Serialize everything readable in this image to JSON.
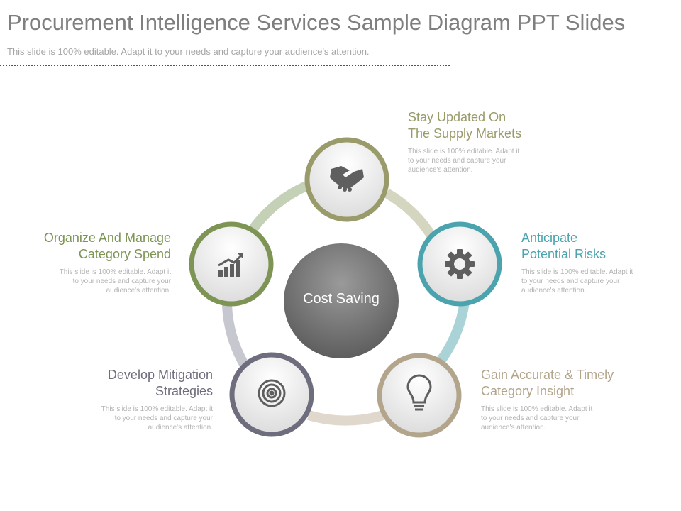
{
  "header": {
    "title": "Procurement Intelligence Services Sample Diagram PPT Slides",
    "subtitle": "This slide is 100% editable.  Adapt it to your needs and capture your audience's attention."
  },
  "center": {
    "label": "Cost Saving"
  },
  "placeholder_text": "This slide is 100% editable.  Adapt it to your needs and capture your audience's attention.",
  "items": [
    {
      "id": "supply",
      "title_line1": "Stay Updated On",
      "title_line2": "The Supply Markets",
      "body_line1": "This slide is 100% editable.  Adapt it",
      "body_line2": "to your needs and capture your",
      "body_line3": "audience's attention.",
      "icon": "handshake-icon",
      "color": "#9a9b6a"
    },
    {
      "id": "risks",
      "title_line1": "Anticipate",
      "title_line2": "Potential Risks",
      "body_line1": "This slide is 100% editable.  Adapt it",
      "body_line2": "to your needs and capture your",
      "body_line3": "audience's attention.",
      "icon": "gear-icon",
      "color": "#4ba3ad"
    },
    {
      "id": "insight",
      "title_line1": "Gain Accurate & Timely",
      "title_line2": "Category Insight",
      "body_line1": "This slide is 100% editable.  Adapt it",
      "body_line2": "to your needs and capture your",
      "body_line3": "audience's attention.",
      "icon": "lightbulb-icon",
      "color": "#b3a58c"
    },
    {
      "id": "mitigation",
      "title_line1": "Develop Mitigation",
      "title_line2": "Strategies",
      "body_line1": "This slide is 100% editable.  Adapt it",
      "body_line2": "to your needs and capture your",
      "body_line3": "audience's attention.",
      "icon": "target-icon",
      "color": "#6e6d7d"
    },
    {
      "id": "spend",
      "title_line1": "Organize And Manage",
      "title_line2": "Category Spend",
      "body_line1": "This slide is 100% editable.  Adapt it",
      "body_line2": "to your needs and capture your",
      "body_line3": "audience's attention.",
      "icon": "growth-chart-icon",
      "color": "#7d9455"
    }
  ]
}
